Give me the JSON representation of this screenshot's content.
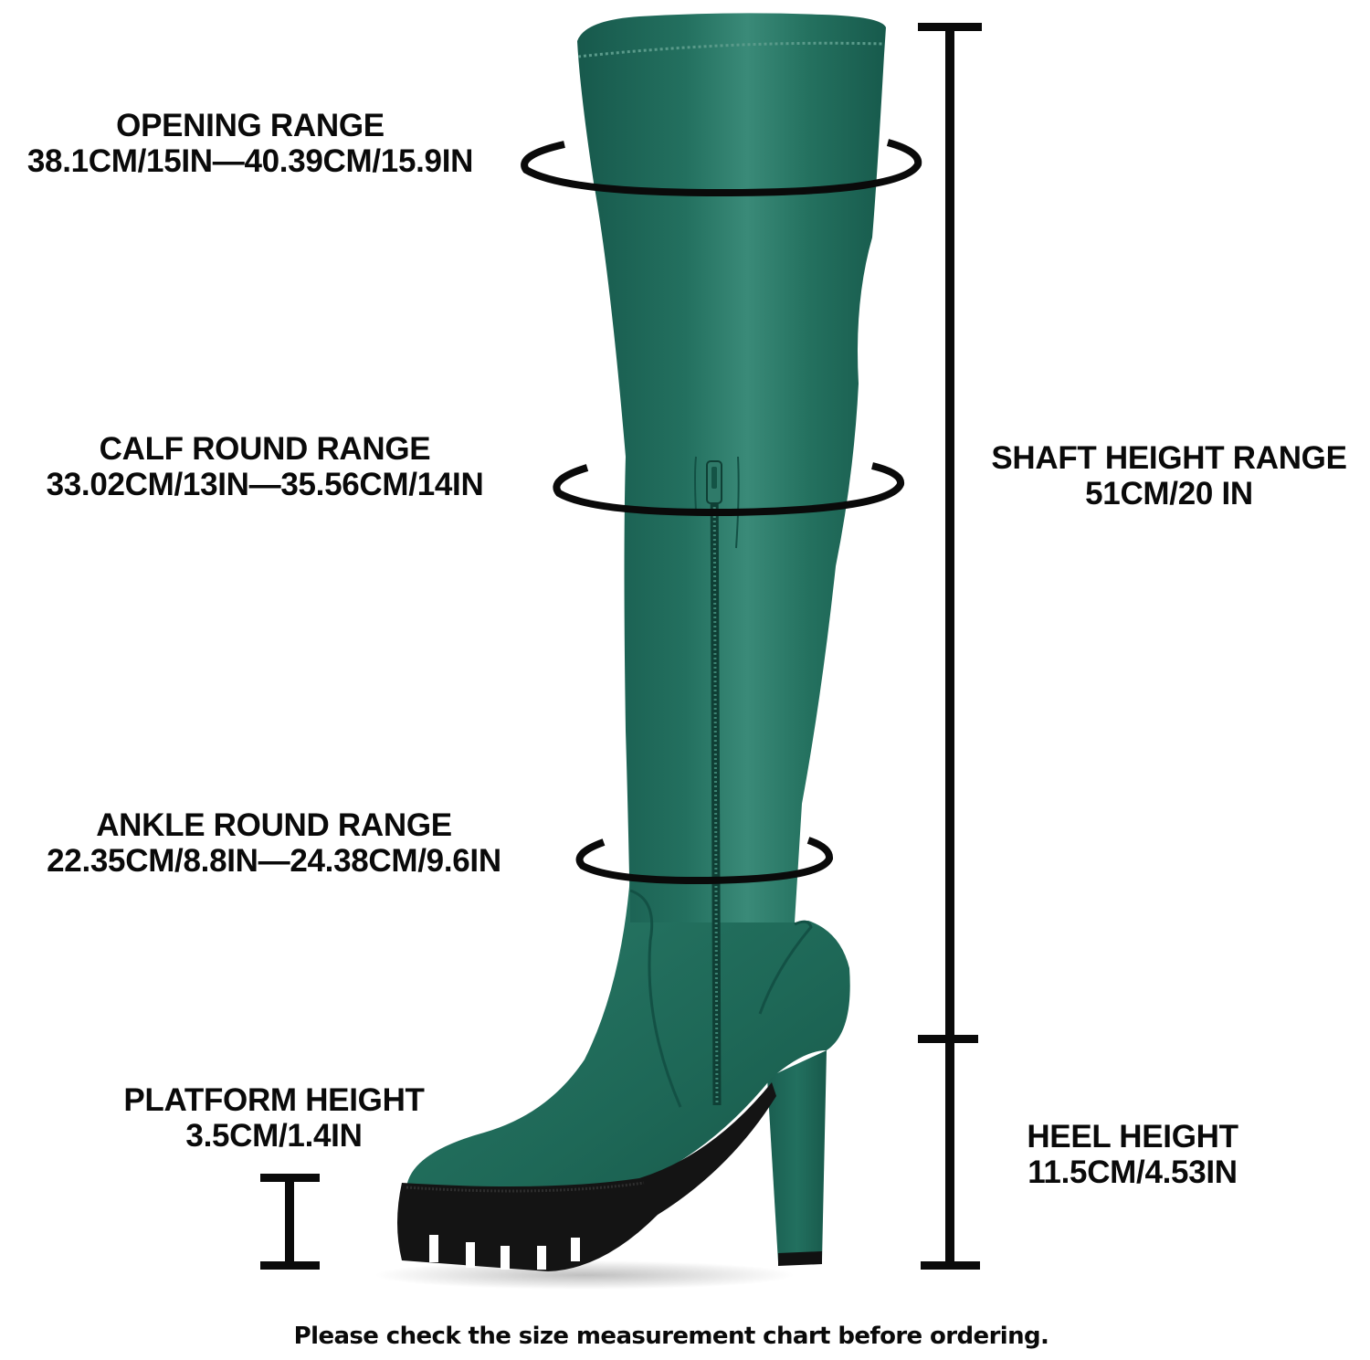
{
  "product": {
    "name": "Over-the-knee platform block heel boot",
    "color_hex": "#1f6b5c",
    "sole_color_hex": "#141414"
  },
  "measurements": {
    "opening": {
      "title": "OPENING RANGE",
      "value": "38.1CM/15IN—40.39CM/15.9IN"
    },
    "calf": {
      "title": "CALF ROUND RANGE",
      "value": "33.02CM/13IN—35.56CM/14IN"
    },
    "ankle": {
      "title": "ANKLE ROUND RANGE",
      "value": "22.35CM/8.8IN—24.38CM/9.6IN"
    },
    "shaft": {
      "title": "SHAFT HEIGHT RANGE",
      "value": "51CM/20 IN"
    },
    "heel": {
      "title": "HEEL HEIGHT",
      "value": "11.5CM/4.53IN"
    },
    "platform": {
      "title": "PLATFORM HEIGHT",
      "value": "3.5CM/1.4IN"
    }
  },
  "footer": {
    "note": "Please check the size measurement chart before ordering."
  },
  "icons": {
    "rings": [
      "opening-ring-icon",
      "calf-ring-icon",
      "ankle-ring-icon"
    ],
    "bars": [
      "shaft-height-bar-icon",
      "heel-height-bar-icon",
      "platform-height-bar-icon"
    ]
  }
}
